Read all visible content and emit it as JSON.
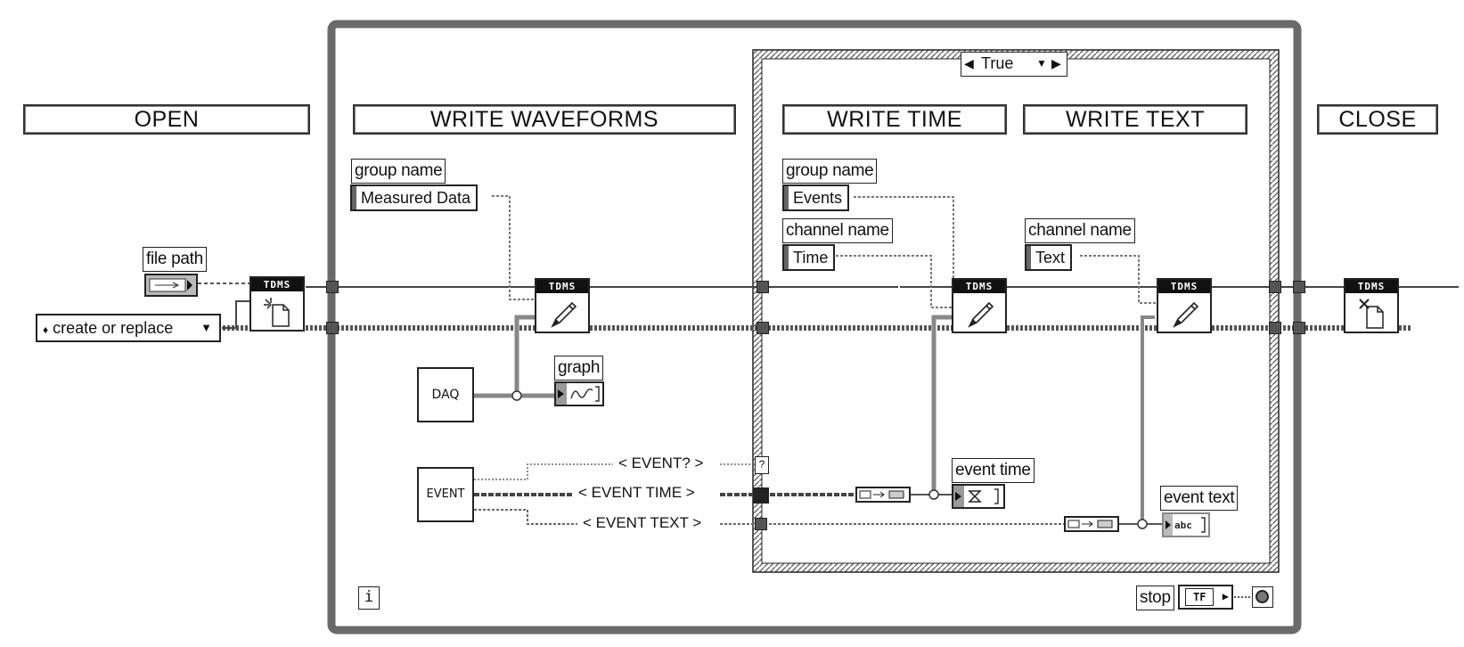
{
  "sections": {
    "open": "OPEN",
    "write_waveforms": "WRITE WAVEFORMS",
    "write_time": "WRITE TIME",
    "write_text": "WRITE TEXT",
    "close": "CLOSE"
  },
  "case_selector": {
    "value": "True"
  },
  "labels": {
    "file_path": "file path",
    "group_name_1": "group name",
    "group_name_2": "group name",
    "channel_name_1": "channel name",
    "channel_name_2": "channel name",
    "graph": "graph",
    "event_time": "event time",
    "event_text": "event text",
    "stop": "stop"
  },
  "constants": {
    "operation": "create or replace",
    "measured_data": "Measured Data",
    "events": "Events",
    "time": "Time",
    "text": "Text"
  },
  "nodes": {
    "tdms_header": "TDMS",
    "daq": "DAQ",
    "event": "EVENT",
    "stop_indicator": "TF"
  },
  "event_outputs": {
    "event_q": "< EVENT? >",
    "event_time": "< EVENT TIME >",
    "event_text": "< EVENT TEXT >"
  },
  "iteration_terminal": "i",
  "icons": [
    "tdms-open-icon",
    "tdms-write-icon",
    "tdms-close-icon",
    "path-icon",
    "waveform-icon",
    "timestamp-icon",
    "string-icon",
    "stop-button-icon",
    "bundle-icon"
  ]
}
